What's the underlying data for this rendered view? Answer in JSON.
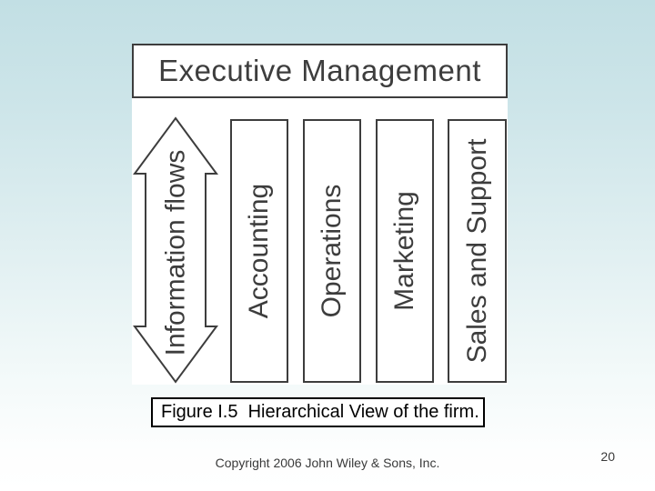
{
  "diagram": {
    "executive_box_label": "Executive Management",
    "arrow_label": "Information flows",
    "departments": [
      "Accounting",
      "Operations",
      "Marketing",
      "Sales and Support"
    ]
  },
  "caption": {
    "text": "Figure I.5  Hierarchical View of the firm."
  },
  "footer": {
    "copyright": "Copyright 2006 John Wiley & Sons, Inc.",
    "page_number": "20"
  },
  "colors": {
    "diagram_ink": "#3d3d3d",
    "caption_ink": "#000000",
    "panel_fill": "#ffffff",
    "background_top": "#c2dfe4",
    "background_bottom": "#ffffff"
  }
}
